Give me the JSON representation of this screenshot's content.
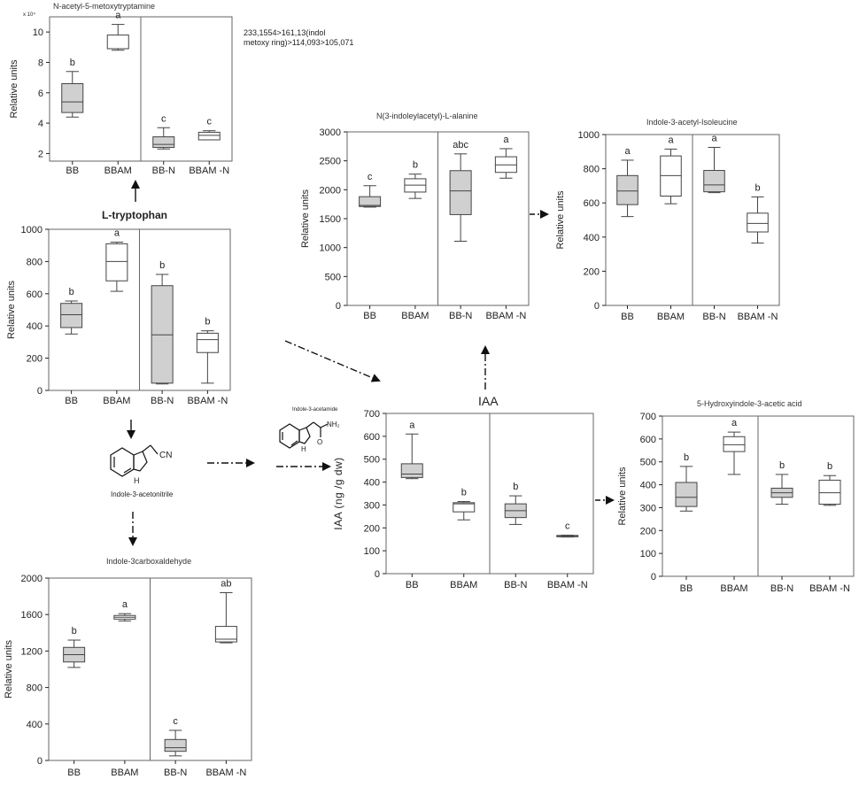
{
  "categories": [
    "BB",
    "BBAM",
    "BB-N",
    "BBAM -N"
  ],
  "colors": {
    "filled": "#d0d0d0",
    "open": "#ffffff",
    "stroke": "#444444",
    "frame": "#666666"
  },
  "annotation_mass": [
    "233,1554>161,13(indol",
    "metoxy ring)>114,093>105,071"
  ],
  "molecules": {
    "indole_3_acetonitrile": {
      "name": "Indole-3-acetonitrile",
      "group": "CN",
      "nh": "H"
    },
    "indole_3_acetamide": {
      "name": "Indole-3-acetamide",
      "group": "NH₂",
      "o": "O",
      "nh": "H"
    }
  },
  "chart_data": [
    {
      "id": "melatonin",
      "type": "box",
      "title": "N-acetyl-5-metoxytryptamine",
      "ylabel": "Relative units",
      "ylim": [
        1.5,
        11
      ],
      "yticks": [
        2,
        4,
        6,
        8,
        10
      ],
      "multiplier": "x 10⁴",
      "categories": [
        "BB",
        "BBAM",
        "BB-N",
        "BBAM -N"
      ],
      "boxes": [
        {
          "whislo": 4.4,
          "q1": 4.7,
          "med": 5.4,
          "q3": 6.6,
          "whishi": 7.4,
          "letter": "b",
          "filled": true
        },
        {
          "whislo": 8.8,
          "q1": 8.9,
          "med": 8.9,
          "q3": 9.8,
          "whishi": 10.5,
          "letter": "a",
          "filled": false
        },
        {
          "whislo": 2.3,
          "q1": 2.4,
          "med": 2.6,
          "q3": 3.1,
          "whishi": 3.7,
          "letter": "c",
          "filled": true
        },
        {
          "whislo": 2.9,
          "q1": 2.9,
          "med": 3.2,
          "q3": 3.4,
          "whishi": 3.5,
          "letter": "c",
          "filled": false
        }
      ]
    },
    {
      "id": "tryptophan",
      "type": "box",
      "title": "L-tryptophan",
      "ylabel": "Relative units",
      "ylim": [
        0,
        1000
      ],
      "yticks": [
        0,
        200,
        400,
        600,
        800,
        1000
      ],
      "categories": [
        "BB",
        "BBAM",
        "BB-N",
        "BBAM -N"
      ],
      "boxes": [
        {
          "whislo": 350,
          "q1": 390,
          "med": 470,
          "q3": 540,
          "whishi": 555,
          "letter": "b",
          "filled": true
        },
        {
          "whislo": 615,
          "q1": 680,
          "med": 800,
          "q3": 910,
          "whishi": 920,
          "letter": "a",
          "filled": false
        },
        {
          "whislo": 40,
          "q1": 45,
          "med": 345,
          "q3": 650,
          "whishi": 720,
          "letter": "b",
          "filled": true
        },
        {
          "whislo": 45,
          "q1": 235,
          "med": 315,
          "q3": 355,
          "whishi": 370,
          "letter": "b",
          "filled": false
        }
      ]
    },
    {
      "id": "carboxaldehyde",
      "type": "box",
      "title": "Indole-3carboxaldehyde",
      "ylabel": "Relative units",
      "ylim": [
        0,
        2000
      ],
      "yticks": [
        0,
        400,
        800,
        1200,
        1600,
        2000
      ],
      "categories": [
        "BB",
        "BBAM",
        "BB-N",
        "BBAM -N"
      ],
      "boxes": [
        {
          "whislo": 1020,
          "q1": 1080,
          "med": 1160,
          "q3": 1240,
          "whishi": 1320,
          "letter": "b",
          "filled": true
        },
        {
          "whislo": 1530,
          "q1": 1550,
          "med": 1570,
          "q3": 1590,
          "whishi": 1610,
          "letter": "a",
          "filled": false
        },
        {
          "whislo": 50,
          "q1": 100,
          "med": 140,
          "q3": 230,
          "whishi": 330,
          "letter": "c",
          "filled": true
        },
        {
          "whislo": 1290,
          "q1": 1300,
          "med": 1330,
          "q3": 1470,
          "whishi": 1840,
          "letter": "ab",
          "filled": false
        }
      ]
    },
    {
      "id": "alanine",
      "type": "box",
      "title": "N(3-indoleylacetyl)-L-alanine",
      "ylabel": "Relative units",
      "ylim": [
        0,
        3000
      ],
      "yticks": [
        0,
        500,
        1000,
        1500,
        2000,
        2500,
        3000
      ],
      "categories": [
        "BB",
        "BBAM",
        "BB-N",
        "BBAM -N"
      ],
      "boxes": [
        {
          "whislo": 1700,
          "q1": 1710,
          "med": 1730,
          "q3": 1880,
          "whishi": 2070,
          "letter": "c",
          "filled": true
        },
        {
          "whislo": 1850,
          "q1": 1960,
          "med": 2080,
          "q3": 2190,
          "whishi": 2270,
          "letter": "b",
          "filled": false
        },
        {
          "whislo": 1110,
          "q1": 1570,
          "med": 1980,
          "q3": 2330,
          "whishi": 2620,
          "letter": "abc",
          "filled": true
        },
        {
          "whislo": 2200,
          "q1": 2300,
          "med": 2430,
          "q3": 2570,
          "whishi": 2710,
          "letter": "a",
          "filled": false
        }
      ]
    },
    {
      "id": "isoleucine",
      "type": "box",
      "title": "Indole-3-acetyl-Isoleucine",
      "ylabel": "Relative units",
      "ylim": [
        0,
        1000
      ],
      "yticks": [
        0,
        200,
        400,
        600,
        800,
        1000
      ],
      "categories": [
        "BB",
        "BBAM",
        "BB-N",
        "BBAM -N"
      ],
      "boxes": [
        {
          "whislo": 520,
          "q1": 590,
          "med": 670,
          "q3": 760,
          "whishi": 850,
          "letter": "a",
          "filled": true
        },
        {
          "whislo": 595,
          "q1": 640,
          "med": 760,
          "q3": 875,
          "whishi": 915,
          "letter": "a",
          "filled": false
        },
        {
          "whislo": 660,
          "q1": 665,
          "med": 705,
          "q3": 790,
          "whishi": 925,
          "letter": "a",
          "filled": true
        },
        {
          "whislo": 365,
          "q1": 430,
          "med": 480,
          "q3": 540,
          "whishi": 635,
          "letter": "b",
          "filled": false
        }
      ]
    },
    {
      "id": "iaa",
      "type": "box",
      "title": "IAA",
      "ylabel": "IAA (ng /g dw)",
      "ylim": [
        0,
        700
      ],
      "yticks": [
        0,
        100,
        200,
        300,
        400,
        500,
        600,
        700
      ],
      "categories": [
        "BB",
        "BBAM",
        "BB-N",
        "BBAM -N"
      ],
      "boxes": [
        {
          "whislo": 415,
          "q1": 420,
          "med": 435,
          "q3": 480,
          "whishi": 610,
          "letter": "a",
          "filled": true
        },
        {
          "whislo": 235,
          "q1": 270,
          "med": 305,
          "q3": 310,
          "whishi": 315,
          "letter": "b",
          "filled": false
        },
        {
          "whislo": 215,
          "q1": 245,
          "med": 275,
          "q3": 305,
          "whishi": 340,
          "letter": "b",
          "filled": true
        },
        {
          "whislo": 160,
          "q1": 162,
          "med": 165,
          "q3": 167,
          "whishi": 168,
          "letter": "c",
          "filled": false
        }
      ]
    },
    {
      "id": "hydroxyindole",
      "type": "box",
      "title": "5-Hydroxyindole-3-acetic acid",
      "ylabel": "Relative units",
      "ylim": [
        0,
        700
      ],
      "yticks": [
        0,
        100,
        200,
        300,
        400,
        500,
        600,
        700
      ],
      "categories": [
        "BB",
        "BBAM",
        "BB-N",
        "BBAM -N"
      ],
      "boxes": [
        {
          "whislo": 285,
          "q1": 305,
          "med": 345,
          "q3": 410,
          "whishi": 480,
          "letter": "b",
          "filled": true
        },
        {
          "whislo": 445,
          "q1": 545,
          "med": 575,
          "q3": 610,
          "whishi": 630,
          "letter": "a",
          "filled": false
        },
        {
          "whislo": 315,
          "q1": 345,
          "med": 365,
          "q3": 385,
          "whishi": 445,
          "letter": "b",
          "filled": true
        },
        {
          "whislo": 310,
          "q1": 315,
          "med": 365,
          "q3": 420,
          "whishi": 440,
          "letter": "b",
          "filled": false
        }
      ]
    }
  ]
}
